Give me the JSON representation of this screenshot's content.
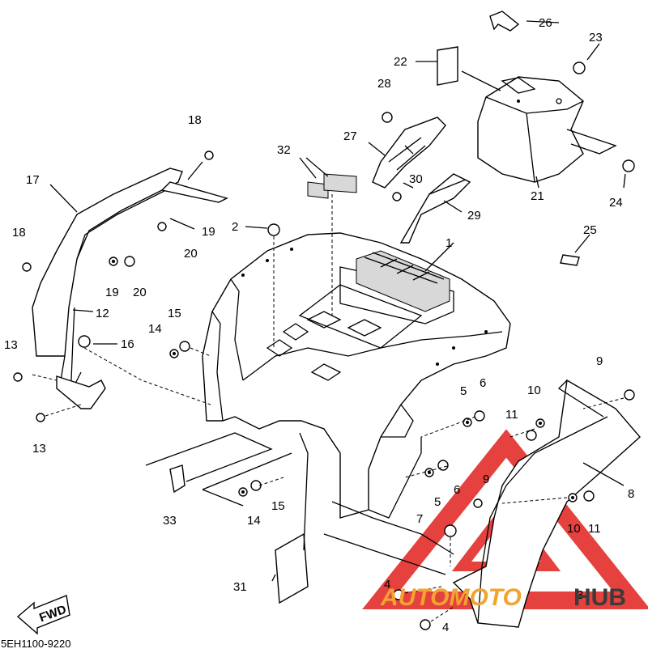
{
  "diagram": {
    "code": "5EH1100-9220",
    "fwd_label": "FWD",
    "callouts": [
      {
        "id": "c1",
        "text": "1"
      },
      {
        "id": "c2",
        "text": "2"
      },
      {
        "id": "c3",
        "text": "3"
      },
      {
        "id": "c4a",
        "text": "4"
      },
      {
        "id": "c4b",
        "text": "4"
      },
      {
        "id": "c5a",
        "text": "5"
      },
      {
        "id": "c5b",
        "text": "5"
      },
      {
        "id": "c6a",
        "text": "6"
      },
      {
        "id": "c6b",
        "text": "6"
      },
      {
        "id": "c7",
        "text": "7"
      },
      {
        "id": "c8",
        "text": "8"
      },
      {
        "id": "c9a",
        "text": "9"
      },
      {
        "id": "c9b",
        "text": "9"
      },
      {
        "id": "c10a",
        "text": "10"
      },
      {
        "id": "c10b",
        "text": "10"
      },
      {
        "id": "c11a",
        "text": "11"
      },
      {
        "id": "c11b",
        "text": "11"
      },
      {
        "id": "c12",
        "text": "12"
      },
      {
        "id": "c13a",
        "text": "13"
      },
      {
        "id": "c13b",
        "text": "13"
      },
      {
        "id": "c14a",
        "text": "14"
      },
      {
        "id": "c14b",
        "text": "14"
      },
      {
        "id": "c15a",
        "text": "15"
      },
      {
        "id": "c15b",
        "text": "15"
      },
      {
        "id": "c16",
        "text": "16"
      },
      {
        "id": "c17",
        "text": "17"
      },
      {
        "id": "c18a",
        "text": "18"
      },
      {
        "id": "c18b",
        "text": "18"
      },
      {
        "id": "c19a",
        "text": "19"
      },
      {
        "id": "c19b",
        "text": "19"
      },
      {
        "id": "c20a",
        "text": "20"
      },
      {
        "id": "c20b",
        "text": "20"
      },
      {
        "id": "c21",
        "text": "21"
      },
      {
        "id": "c22",
        "text": "22"
      },
      {
        "id": "c23",
        "text": "23"
      },
      {
        "id": "c24",
        "text": "24"
      },
      {
        "id": "c25",
        "text": "25"
      },
      {
        "id": "c26",
        "text": "26"
      },
      {
        "id": "c27",
        "text": "27"
      },
      {
        "id": "c28",
        "text": "28"
      },
      {
        "id": "c29",
        "text": "29"
      },
      {
        "id": "c30",
        "text": "30"
      },
      {
        "id": "c31",
        "text": "31"
      },
      {
        "id": "c32",
        "text": "32"
      },
      {
        "id": "c33",
        "text": "33"
      }
    ]
  },
  "watermark": {
    "part1": "AUTOMOTO",
    "part2": "HUB",
    "accent_color": "#f2a431",
    "dark_color": "#3b3b3b",
    "triangle_color": "#e0201c"
  }
}
